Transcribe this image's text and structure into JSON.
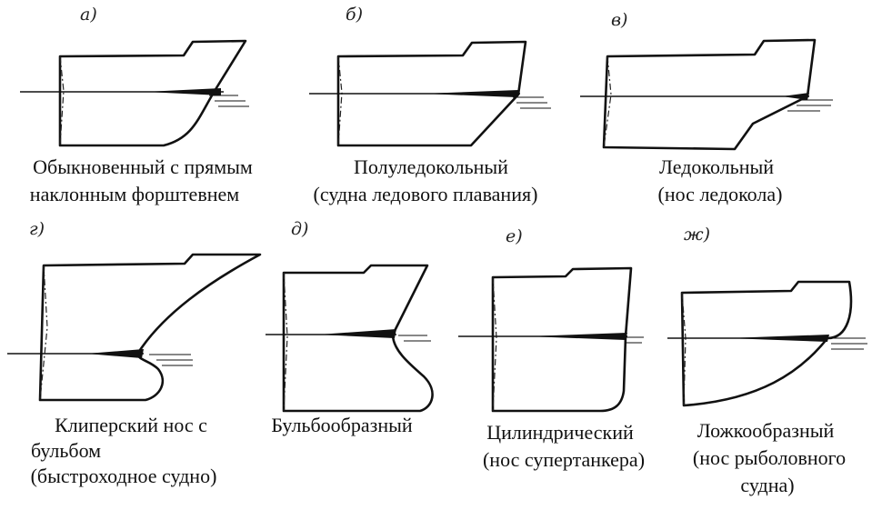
{
  "diagrams": [
    {
      "id": "a",
      "letter": "а)",
      "caption": [
        "Обыкновенный с прямым",
        "наклонным форштевнем"
      ]
    },
    {
      "id": "b",
      "letter": "б)",
      "caption": [
        "Полуледокольный",
        "(судна ледового плавания)"
      ]
    },
    {
      "id": "v",
      "letter": "в)",
      "caption": [
        "Ледокольный",
        "(нос  ледокола)"
      ]
    },
    {
      "id": "g",
      "letter": "г)",
      "caption": [
        "Клиперский нос с",
        "бульбом",
        "(быстроходное судно)"
      ]
    },
    {
      "id": "d",
      "letter": "д)",
      "caption": [
        "Бульбообразный"
      ]
    },
    {
      "id": "e",
      "letter": "е)",
      "caption": [
        "Цилиндрический",
        "(нос супертанкера)"
      ]
    },
    {
      "id": "zh",
      "letter": "ж)",
      "caption": [
        "Ложкообразный",
        "(нос рыболовного",
        "судна)"
      ]
    }
  ]
}
